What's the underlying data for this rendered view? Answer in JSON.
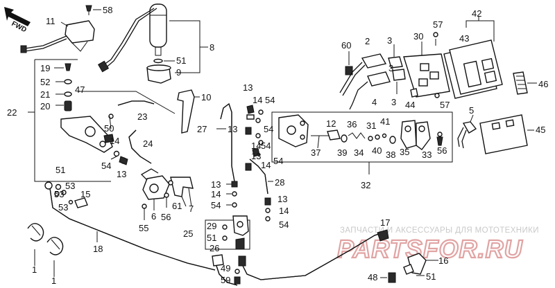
{
  "direction_label": "FWD",
  "watermark": {
    "caption": "ЗАПЧАСТИ И АКСЕССУАРЫ ДЛЯ МОТОТЕХНИКИ",
    "logo": "PARTSFOR.RU"
  },
  "callouts": {
    "c1a": "1",
    "c1b": "1",
    "c2": "2",
    "c3a": "3",
    "c3b": "3",
    "c3c": "3",
    "c4": "4",
    "c5": "5",
    "c6": "6",
    "c7": "7",
    "c8": "8",
    "c9": "9",
    "c10": "10",
    "c11": "11",
    "c12": "12",
    "c13a": "13",
    "c13b": "13",
    "c13c": "13",
    "c13d": "13",
    "c13e": "13",
    "c13f": "13",
    "c13g": "13",
    "c14a": "14",
    "c14b": "14",
    "c14c": "14",
    "c14d": "14",
    "c14e": "14",
    "c15": "15",
    "c16": "16",
    "c17": "17",
    "c18": "18",
    "c19": "19",
    "c20": "20",
    "c21": "21",
    "c22": "22",
    "c23": "23",
    "c24": "24",
    "c25": "25",
    "c26": "26",
    "c27": "27",
    "c28": "28",
    "c29": "29",
    "c30": "30",
    "c31": "31",
    "c32": "32",
    "c33": "33",
    "c34": "34",
    "c35": "35",
    "c36": "36",
    "c37": "37",
    "c38": "38",
    "c39": "39",
    "c40": "40",
    "c41": "41",
    "c42": "42",
    "c43": "43",
    "c44": "44",
    "c45": "45",
    "c46": "46",
    "c47": "47",
    "c48": "48",
    "c49": "49",
    "c50": "50",
    "c51a": "51",
    "c51b": "51",
    "c51c": "51",
    "c51d": "51",
    "c52": "52",
    "c53a": "53",
    "c53b": "53",
    "c54a": "54",
    "c54b": "54",
    "c54c": "54",
    "c54d": "54",
    "c54e": "54",
    "c55": "55",
    "c56a": "56",
    "c56b": "56",
    "c57a": "57",
    "c57b": "57",
    "c58": "58",
    "c59": "59",
    "c60": "60",
    "c61": "61"
  }
}
